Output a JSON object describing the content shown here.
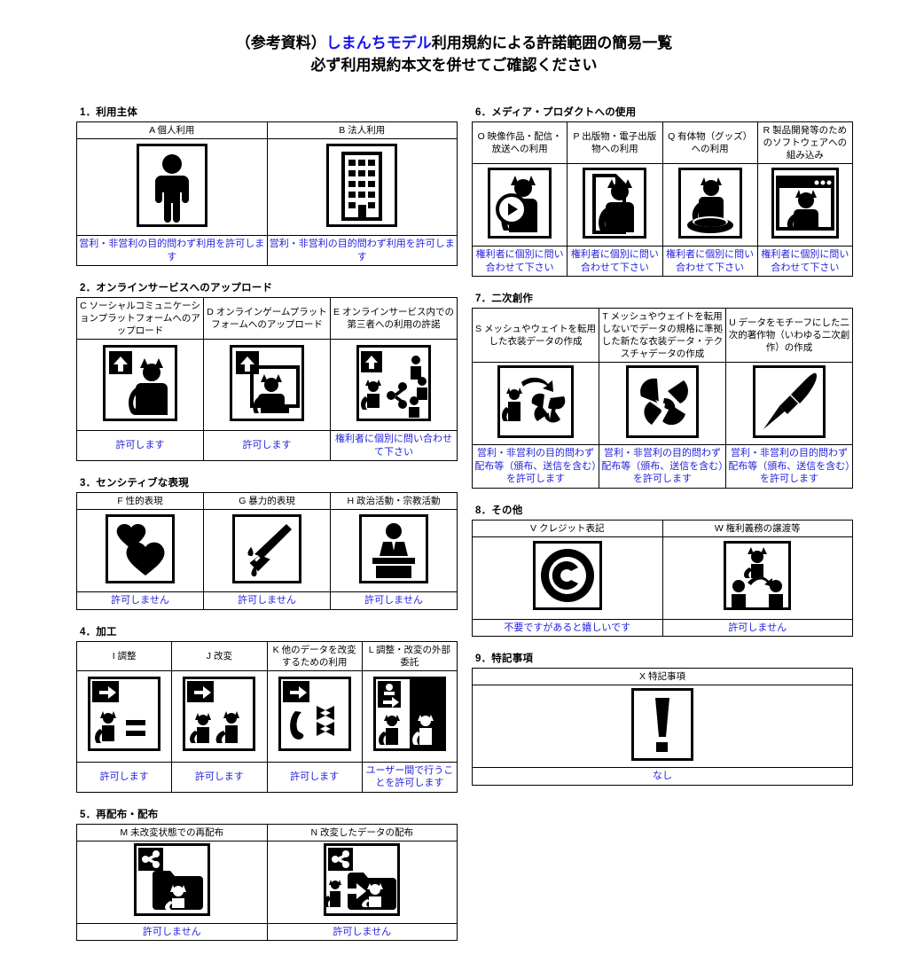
{
  "document": {
    "title_line1_pre": "（参考資料）",
    "title_line1_hl": "しまんちモデル",
    "title_line1_post": "利用規約による許諾範囲の簡易一覧",
    "title_line2": "必ず利用規約本文を併せてご確認ください",
    "accent_blue": "#2222dd",
    "title_highlight_blue": "#1414ee",
    "border_color": "#000000",
    "background": "#ffffff"
  },
  "sections": [
    {
      "id": "1",
      "heading": "1．利用主体",
      "columns": 2,
      "items": [
        {
          "code": "A",
          "label": "A 個人利用",
          "icon": "person-icon",
          "note": "営利・非営利の目的問わず利用を許可します"
        },
        {
          "code": "B",
          "label": "B 法人利用",
          "icon": "building-icon",
          "note": "営利・非営利の目的問わず利用を許可します"
        }
      ]
    },
    {
      "id": "2",
      "heading": "2．オンラインサービスへのアップロード",
      "columns": 3,
      "items": [
        {
          "code": "C",
          "label": "C ソーシャルコミュニケーションプラットフォームへのアップロード",
          "icon": "upload-cat-icon",
          "note": "許可します"
        },
        {
          "code": "D",
          "label": "D オンラインゲームプラットフォームへのアップロード",
          "icon": "upload-cat-monitor-icon",
          "note": "許可します"
        },
        {
          "code": "E",
          "label": "E オンラインサービス内での第三者への利用の許諾",
          "icon": "upload-cat-share-people-icon",
          "note": "権利者に個別に問い合わせて下さい"
        }
      ]
    },
    {
      "id": "3",
      "heading": "3．センシティブな表現",
      "columns": 3,
      "items": [
        {
          "code": "F",
          "label": "F 性的表現",
          "icon": "hearts-icon",
          "note": "許可しません"
        },
        {
          "code": "G",
          "label": "G 暴力的表現",
          "icon": "knife-blood-icon",
          "note": "許可しません"
        },
        {
          "code": "H",
          "label": "H 政治活動・宗教活動",
          "icon": "podium-speaker-icon",
          "note": "許可しません"
        }
      ]
    },
    {
      "id": "4",
      "heading": "4．加工",
      "columns": 4,
      "items": [
        {
          "code": "I",
          "label": "I 調整",
          "icon": "arrow-cat-equals-icon",
          "note": "許可します"
        },
        {
          "code": "J",
          "label": "J 改変",
          "icon": "arrow-cat-cat-icon",
          "note": "許可します"
        },
        {
          "code": "K",
          "label": "K 他のデータを改変するための利用",
          "icon": "arrow-cat-ribbon-icon",
          "note": "許可します"
        },
        {
          "code": "L",
          "label": "L 調整・改変の外部委託",
          "icon": "two-users-cat-swap-icon",
          "note": "ユーザー間で行うことを許可します"
        }
      ]
    },
    {
      "id": "5",
      "heading": "5．再配布・配布",
      "columns": 2,
      "items": [
        {
          "code": "M",
          "label": "M 未改変状態での再配布",
          "icon": "share-folder-cat-icon",
          "note": "許可しません"
        },
        {
          "code": "N",
          "label": "N 改変したデータの配布",
          "icon": "share-folder-cat-modified-icon",
          "note": "許可しません"
        }
      ]
    },
    {
      "id": "6",
      "heading": "6．メディア・プロダクトへの使用",
      "columns": 4,
      "items": [
        {
          "code": "O",
          "label": "O 映像作品・配信・放送への利用",
          "icon": "cat-play-button-icon",
          "note": "権利者に個別に問い合わせて下さい"
        },
        {
          "code": "P",
          "label": "P 出版物・電子出版物への利用",
          "icon": "cat-document-icon",
          "note": "権利者に個別に問い合わせて下さい"
        },
        {
          "code": "Q",
          "label": "Q 有体物（グッズ）への利用",
          "icon": "cat-figure-base-icon",
          "note": "権利者に個別に問い合わせて下さい"
        },
        {
          "code": "R",
          "label": "R 製品開発等のためのソフトウェアへの組み込み",
          "icon": "cat-app-window-icon",
          "note": "権利者に個別に問い合わせて下さい"
        }
      ]
    },
    {
      "id": "7",
      "heading": "7．二次創作",
      "columns": 3,
      "items": [
        {
          "code": "S",
          "label": "S メッシュやウェイトを転用した衣装データの作成",
          "icon": "cat-arrow-dress-icon",
          "note": "営利・非営利の目的問わず配布等（頒布、送信を含む）を許可します"
        },
        {
          "code": "T",
          "label": "T メッシュやウェイトを転用しないでデータの規格に準拠した新たな衣装データ・テクスチャデータの作成",
          "icon": "dress-icon",
          "note": "営利・非営利の目的問わず配布等（頒布、送信を含む）を許可します"
        },
        {
          "code": "U",
          "label": "U データをモチーフにした二次的著作物（いわゆる二次創作）の作成",
          "icon": "paintbrush-icon",
          "note": "営利・非営利の目的問わず配布等（頒布、送信を含む）を許可します"
        }
      ]
    },
    {
      "id": "8",
      "heading": "8．その他",
      "columns": 2,
      "items": [
        {
          "code": "V",
          "label": "V クレジット表記",
          "icon": "copyright-icon",
          "note": "不要ですがあると嬉しいです"
        },
        {
          "code": "W",
          "label": "W 権利義務の譲渡等",
          "icon": "cat-transfer-people-icon",
          "note": "許可しません"
        }
      ]
    },
    {
      "id": "9",
      "heading": "9．特記事項",
      "columns": 1,
      "items": [
        {
          "code": "X",
          "label": "X 特記事項",
          "icon": "exclamation-icon",
          "note": "なし"
        }
      ]
    }
  ]
}
